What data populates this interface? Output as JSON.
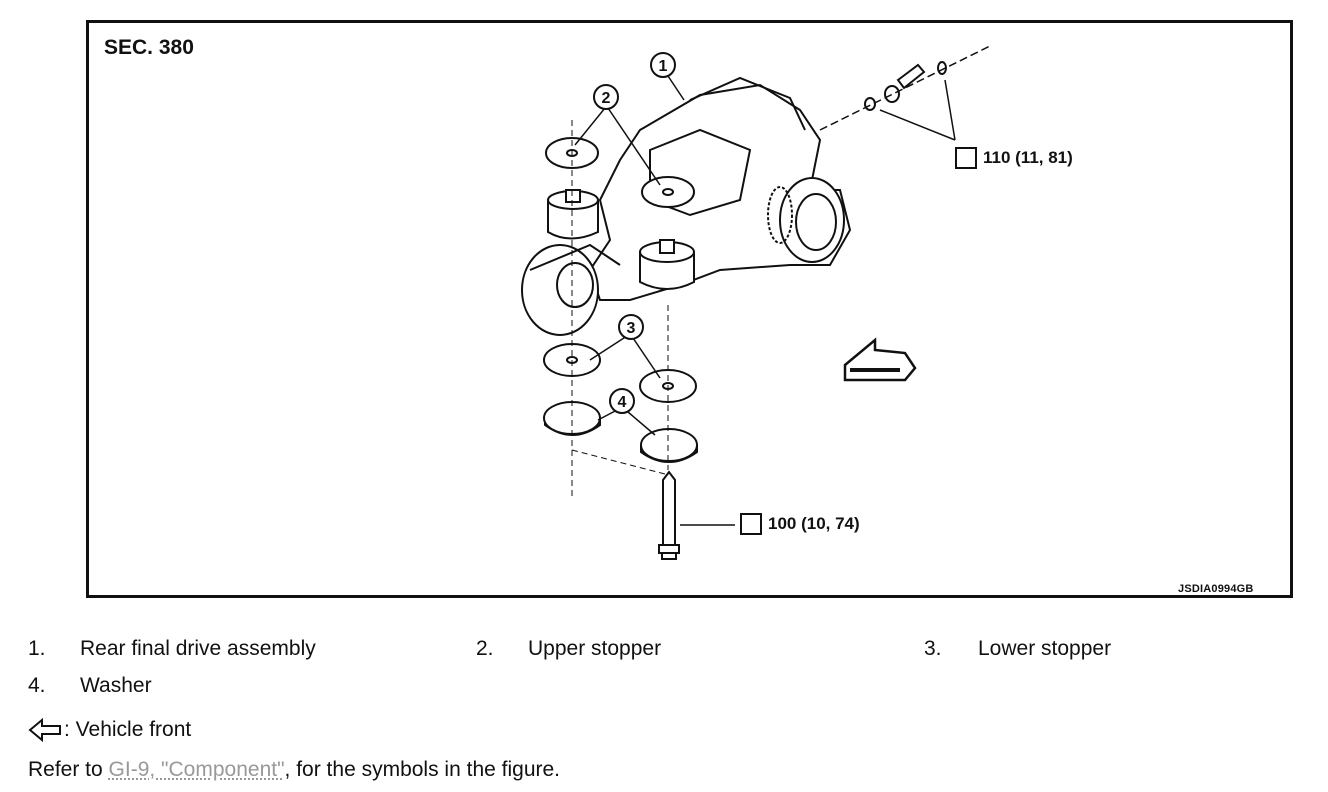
{
  "figure": {
    "section": "SEC. 380",
    "code": "JSDIA0994GB",
    "callouts": [
      "1",
      "2",
      "3",
      "4"
    ],
    "torque_upper": "110 (11, 81)",
    "torque_lower": "100 (10, 74)"
  },
  "legend": [
    {
      "num": "1.",
      "label": "Rear final drive assembly"
    },
    {
      "num": "2.",
      "label": "Upper stopper"
    },
    {
      "num": "3.",
      "label": "Lower stopper"
    },
    {
      "num": "4.",
      "label": "Washer"
    }
  ],
  "vehicle_front": ": Vehicle front",
  "refer": {
    "prefix": "Refer to ",
    "link": "GI-9, \"Component\"",
    "suffix": ", for the symbols in the figure."
  }
}
